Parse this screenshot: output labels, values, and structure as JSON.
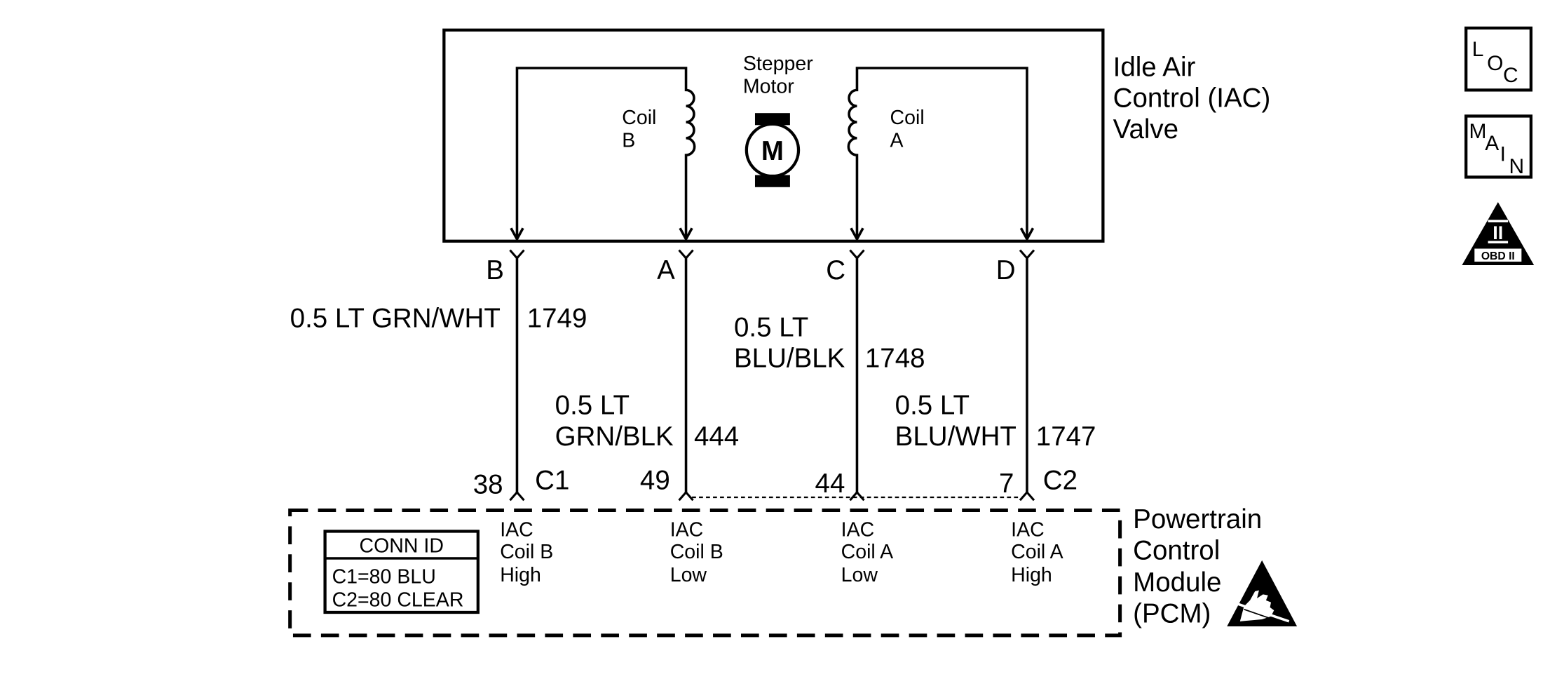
{
  "colors": {
    "line": "#000000",
    "background": "#ffffff"
  },
  "iac_valve": {
    "title_lines": [
      "Idle Air",
      "Control (IAC)",
      "Valve"
    ],
    "motor_label_lines": [
      "Stepper",
      "Motor"
    ],
    "motor_symbol": "M",
    "coil_b_label_lines": [
      "Coil",
      "B"
    ],
    "coil_a_label_lines": [
      "Coil",
      "A"
    ]
  },
  "circuits": [
    {
      "pin": "B",
      "wire_lines": [
        "0.5 LT GRN/WHT"
      ],
      "circuit": "1749",
      "pcm_pin": "38",
      "connector": "C1",
      "pcm_function_lines": [
        "IAC",
        "Coil B",
        "High"
      ]
    },
    {
      "pin": "A",
      "wire_lines": [
        "0.5 LT",
        "GRN/BLK"
      ],
      "circuit": "444",
      "pcm_pin": "49",
      "pcm_function_lines": [
        "IAC",
        "Coil B",
        "Low"
      ]
    },
    {
      "pin": "C",
      "wire_lines": [
        "0.5 LT",
        "BLU/BLK"
      ],
      "circuit": "1748",
      "pcm_pin": "44",
      "pcm_function_lines": [
        "IAC",
        "Coil A",
        "Low"
      ]
    },
    {
      "pin": "D",
      "wire_lines": [
        "0.5 LT",
        "BLU/WHT"
      ],
      "circuit": "1747",
      "pcm_pin": "7",
      "connector": "C2",
      "pcm_function_lines": [
        "IAC",
        "Coil A",
        "High"
      ]
    }
  ],
  "pcm": {
    "title_lines": [
      "Powertrain",
      "Control",
      "Module",
      "(PCM)"
    ],
    "conn_id": {
      "header": "CONN ID",
      "rows": [
        "C1=80 BLU",
        "C2=80 CLEAR"
      ]
    },
    "esd_icon": "esd-sensitive-hand-icon"
  },
  "side_icons": {
    "loc": {
      "icon": "loc-icon",
      "letters": [
        "L",
        "O",
        "C"
      ]
    },
    "main": {
      "icon": "main-icon",
      "letters": [
        "M",
        "A",
        "I",
        "N"
      ]
    },
    "obd": {
      "icon": "obd-ii-icon",
      "symbol": "II",
      "label": "OBD II"
    }
  }
}
